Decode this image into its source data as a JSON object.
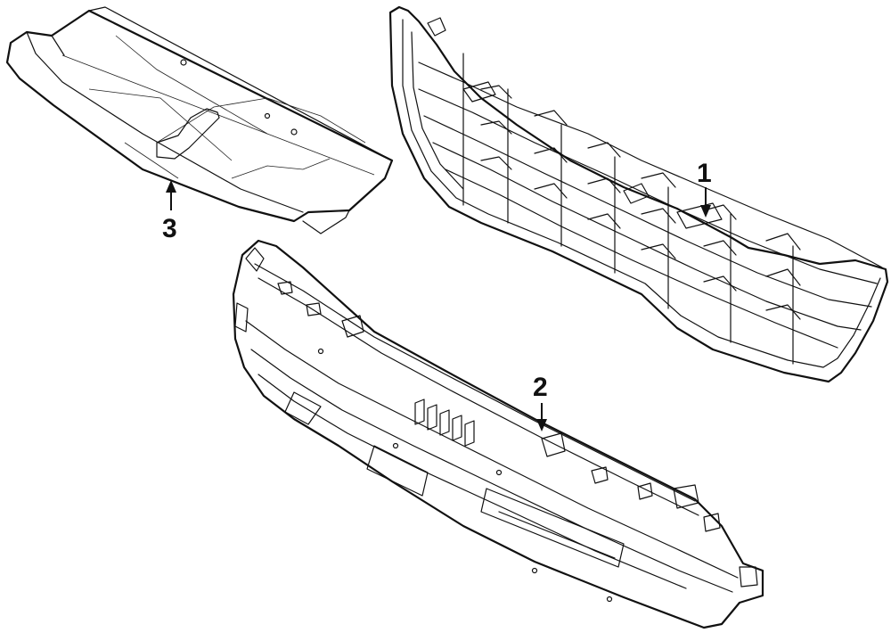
{
  "callouts": {
    "part1": "1",
    "part2": "2",
    "part3": "3"
  }
}
